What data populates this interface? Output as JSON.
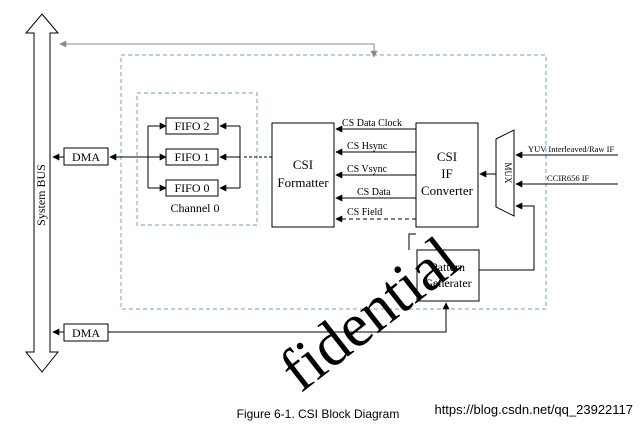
{
  "bus": {
    "label": "System BUS"
  },
  "dma": {
    "top_label": "DMA",
    "bottom_label": "DMA"
  },
  "fifos": {
    "f2": "FIFO 2",
    "f1": "FIFO 1",
    "f0": "FIFO 0",
    "channel": "Channel 0"
  },
  "formatter": {
    "line1": "CSI",
    "line2": "Formatter"
  },
  "converter": {
    "line1": "CSI",
    "line2": "IF",
    "line3": "Converter"
  },
  "signals": {
    "data_clock": "CS Data Clock",
    "hsync": "CS Hsync",
    "vsync": "CS Vsync",
    "data": "CS Data",
    "field": "CS Field"
  },
  "mux": {
    "label": "MUX"
  },
  "inputs": {
    "yuv": "YUV Interleaved/Raw IF",
    "ccir": "CCIR656  IF"
  },
  "pattern": {
    "line1": "Pattern",
    "line2": "Generater"
  },
  "caption": "Figure 6-1. CSI Block Diagram",
  "watermark": {
    "text": "fidential",
    "url": "https://blog.csdn.net/qq_23922117"
  },
  "colors": {
    "dashed": "#6f9fd0",
    "line": "#000000",
    "watermark_url": "#c8c8c8",
    "grey_arrow": "#8a8a8a"
  }
}
